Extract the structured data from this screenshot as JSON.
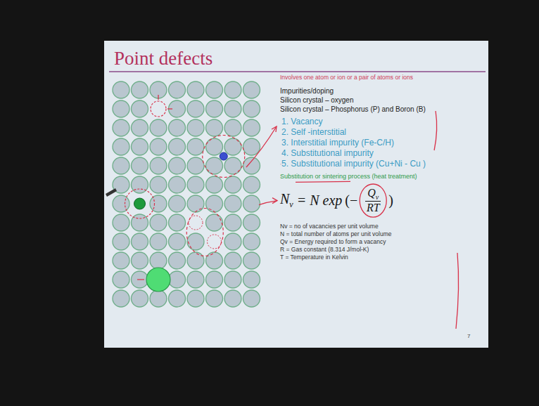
{
  "diagram": {
    "title": "Point defects",
    "labels": [
      "Involves one atom or ion or a pair of atoms or ions",
      "Impurities/doping",
      "Silicon crystal – oxygen",
      "Silicon crystal – Phosphorus (P) and Boron (B)",
      "1. Vacancy",
      "2. Self -interstitial",
      "3. Interstitial impurity (Fe-C/H)",
      "4. Substitutional impurity",
      "5. Substitutional impurity (Cu+Ni - Cu )",
      "Substitution or sintering process (heat treatment)",
      "N",
      "v",
      "= N exp",
      "(−",
      "Q",
      "v",
      "RT",
      ")",
      "Nv = no of vacancies per unit volume",
      "N = total number of atoms per unit volume",
      "Qv = Energy required to form a vacancy",
      "R = Gas constant (8.314 J/mol-K)",
      "T = Temperature in Kelvin",
      "7"
    ]
  }
}
